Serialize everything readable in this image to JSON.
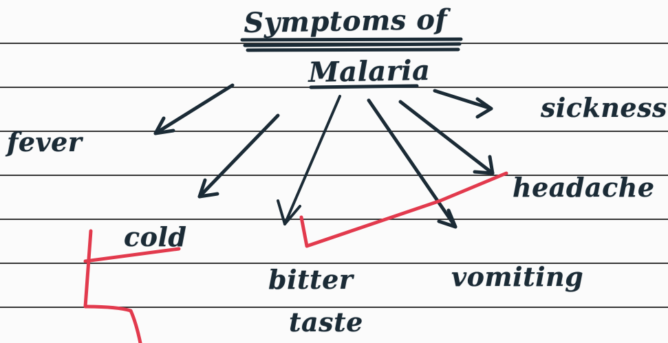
{
  "diagram": {
    "title_line1": "Symptoms of",
    "title_line2": "Malaria",
    "symptoms": {
      "fever": "fever",
      "sickness": "sickness",
      "headache": "headache",
      "cold": "cold",
      "bitter": "bitter",
      "taste": "taste",
      "vomiting": "vomiting"
    }
  },
  "colors": {
    "ink": "#1b2b36",
    "annotation_red": "#e23a4d",
    "ruled_line": "#1e1e1e",
    "paper": "#fbfbfb"
  }
}
